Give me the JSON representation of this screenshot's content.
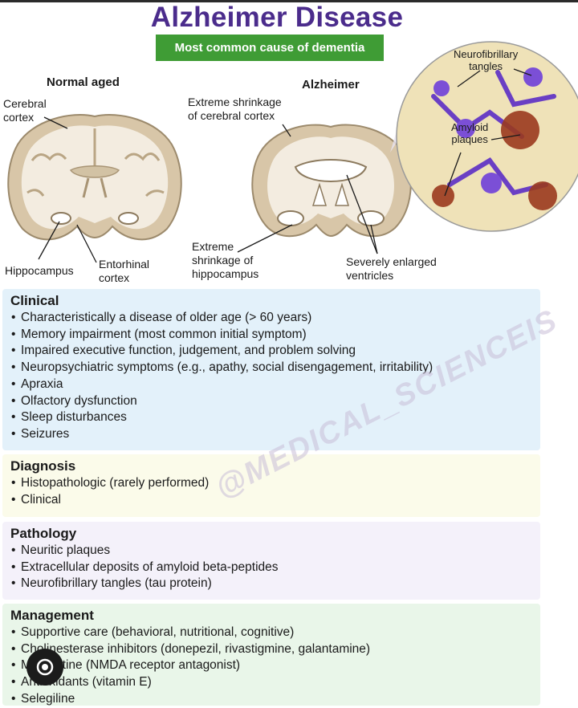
{
  "header": {
    "title": "Alzheimer Disease",
    "subtitle": "Most common cause of dementia"
  },
  "figure": {
    "normal_heading": "Normal aged",
    "alz_heading": "Alzheimer",
    "labels": {
      "cerebral_cortex": "Cerebral\ncortex",
      "hippocampus": "Hippocampus",
      "entorhinal": "Entorhinal\ncortex",
      "extreme_cortex": "Extreme shrinkage\nof cerebral cortex",
      "extreme_hippo": "Extreme\nshrinkage of\nhippocampus",
      "ventricles": "Severely enlarged\nventricles",
      "tangles": "Neurofibrillary\ntangles",
      "plaques": "Amyloid\nplaques"
    }
  },
  "sections": {
    "clinical": {
      "title": "Clinical",
      "items": [
        "Characteristically a disease of older age (> 60 years)",
        "Memory impairment (most common initial symptom)",
        "Impaired executive function, judgement, and problem solving",
        "Neuropsychiatric symptoms (e.g., apathy, social disengagement, irritability)",
        "Apraxia",
        "Olfactory dysfunction",
        "Sleep disturbances",
        "Seizures"
      ]
    },
    "diagnosis": {
      "title": "Diagnosis",
      "items": [
        "Histopathologic (rarely performed)",
        "Clinical"
      ]
    },
    "pathology": {
      "title": "Pathology",
      "items": [
        "Neuritic plaques",
        "Extracellular deposits of amyloid beta-peptides",
        "Neurofibrillary tangles (tau protein)"
      ]
    },
    "management": {
      "title": "Management",
      "items": [
        "Supportive care (behavioral, nutritional, cognitive)",
        "Cholinesterase inhibitors (donepezil, rivastigmine, galantamine)",
        "Memantine (NMDA receptor antagonist)",
        "Antioxidants (vitamin E)",
        "Selegiline"
      ]
    }
  },
  "watermark": "@MEDICAL_SCIENCEIS",
  "icons": {
    "camera": "camera-icon"
  }
}
